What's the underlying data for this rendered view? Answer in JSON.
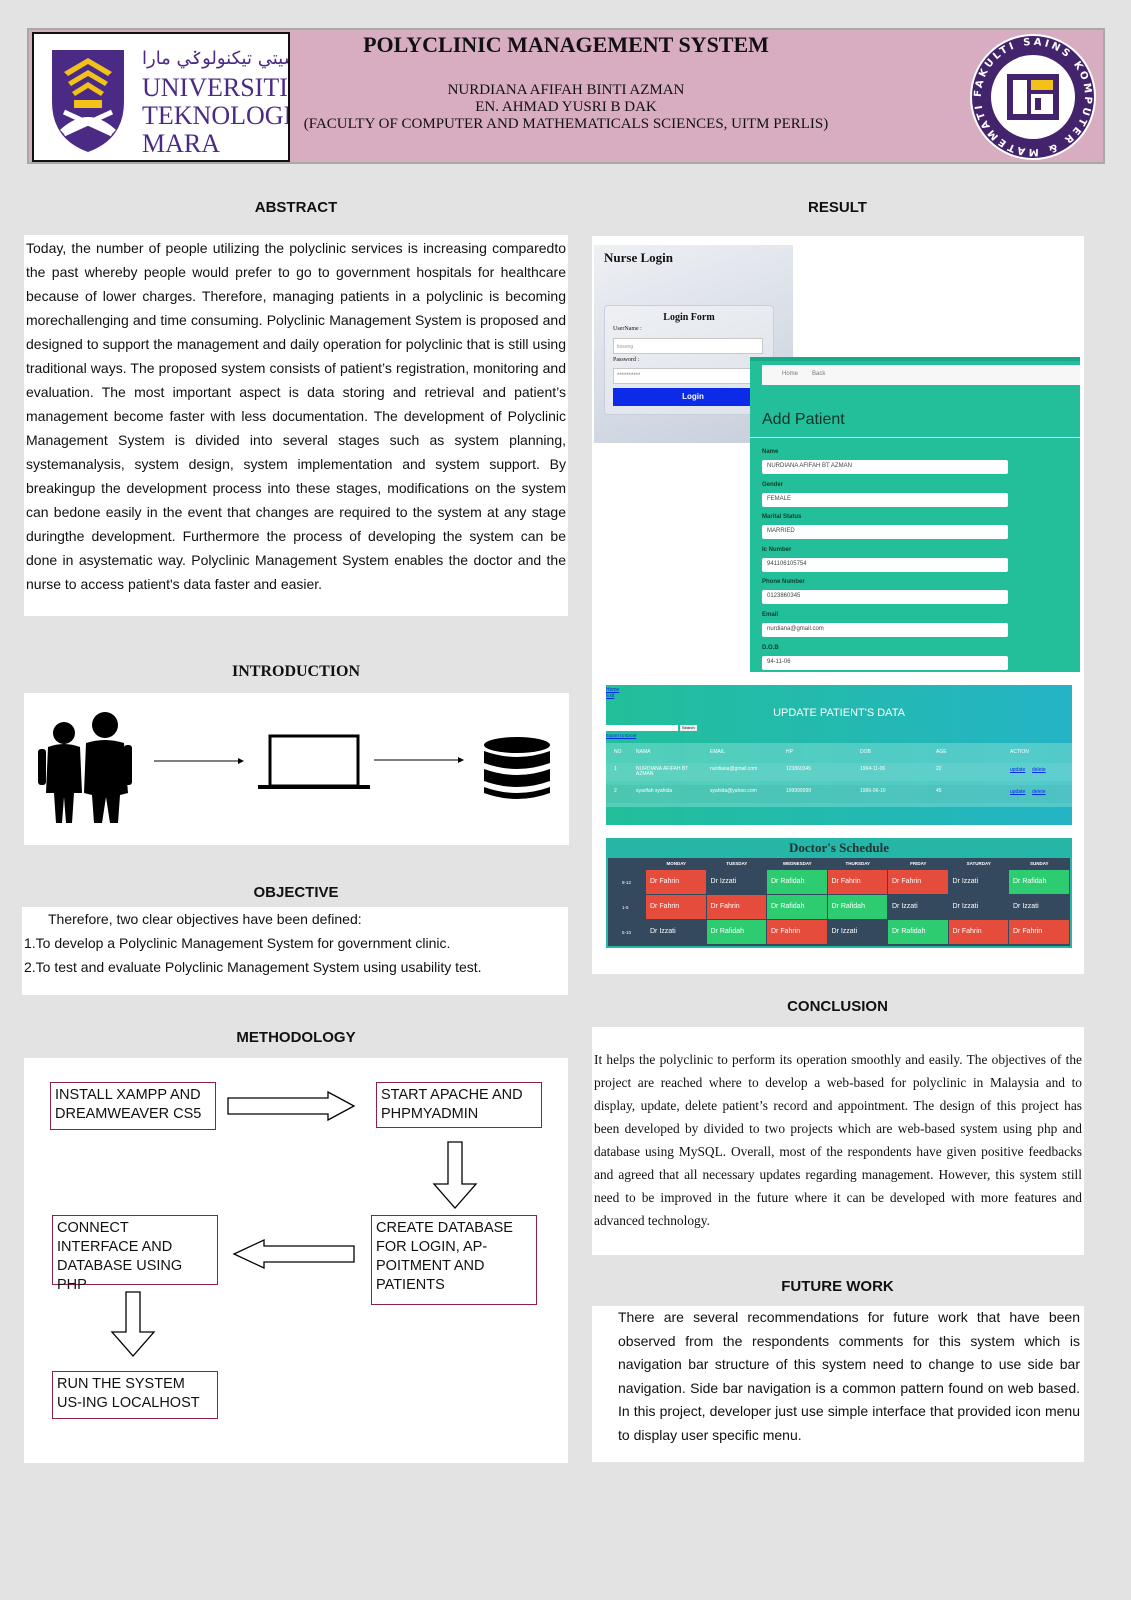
{
  "header": {
    "title": "POLYCLINIC MANAGEMENT SYSTEM",
    "author": "NURDIANA AFIFAH BINTI AZMAN",
    "supervisor": "EN. AHMAD YUSRI B DAK",
    "faculty": "(FACULTY OF COMPUTER AND MATHEMATICALS SCIENCES, UITM PERLIS)",
    "uitm_logo_line1": "UNIVERSITI",
    "uitm_logo_line2": "TEKNOLOGI",
    "uitm_logo_line3": "MARA",
    "fskm_logo_text": "FAKULTI SAINS KOMPUTER & MATEMATIK"
  },
  "abstract": {
    "heading": "ABSTRACT",
    "text": "Today, the number of people utilizing the polyclinic services is increasing comparedto the past whereby people would prefer to go to government hospitals for healthcare because of lower charges. Therefore, managing patients in a polyclinic is becoming morechallenging and time consuming. Polyclinic Management System is proposed and designed to support the management and daily operation for polyclinic that is still using traditional ways. The proposed system consists of patient’s registration, monitoring and evaluation. The most important aspect is data storing and retrieval and patient’s management become faster with less documentation. The development of Polyclinic Management System is divided into several stages such as system planning, systemanalysis, system design, system implementation and system support. By breakingup the development process into these stages, modifications on the system can bedone easily in the event that changes are required to the system at any stage duringthe development. Furthermore the process of developing the system can be done in asystematic way. Polyclinic Management System enables the doctor and the nurse to access patient's data faster and easier."
  },
  "introduction": {
    "heading": "INTRODUCTION"
  },
  "objective": {
    "heading": "OBJECTIVE",
    "intro": "Therefore, two clear objectives have been defined:",
    "items": [
      "1.To develop a Polyclinic Management System for government clinic.",
      "2.To test and evaluate Polyclinic Management System using usability test."
    ]
  },
  "methodology": {
    "heading": "METHODOLOGY",
    "steps": [
      "INSTALL XAMPP AND DREAMWEAVER CS5",
      "START APACHE AND PHPMYADMIN",
      "CREATE DATABASE FOR LOGIN, AP-POITMENT AND PATIENTS",
      "CONNECT INTERFACE AND DATABASE USING PHP",
      "RUN THE SYSTEM US-ING LOCALHOST"
    ]
  },
  "result": {
    "heading": "RESULT",
    "nurse_login": {
      "title": "Nurse Login",
      "form_title": "Login Form",
      "username_label": "UserName :",
      "username_value": "kosong",
      "password_label": "Password :",
      "password_value": "**********",
      "button": "Login"
    },
    "add_patient": {
      "nav": [
        "Home",
        "Back"
      ],
      "title": "Add Patient",
      "fields": [
        {
          "label": "Name",
          "value": "NURDIANA AFIFAH BT AZMAN"
        },
        {
          "label": "Gender",
          "value": "FEMALE"
        },
        {
          "label": "Marital Status",
          "value": "MARRIED"
        },
        {
          "label": "Ic Number",
          "value": "941106105754"
        },
        {
          "label": "Phone Number",
          "value": "0123860345"
        },
        {
          "label": "Email",
          "value": "nurdiana@gmail.com"
        },
        {
          "label": "D.O.B",
          "value": "94-11-06"
        }
      ]
    },
    "update_patient": {
      "title": "UPDATE PATIENT'S DATA",
      "links": [
        "Home",
        "Exit"
      ],
      "search_button": "Search",
      "export_link": "Export to Excel",
      "columns": [
        "NO",
        "NAMA",
        "EMAIL",
        "HP",
        "DOB",
        "AGE",
        "ACTION"
      ],
      "rows": [
        [
          "1",
          "NURDIANA AFIFAH BT AZMAN",
          "nurdiana@gmail.com",
          "123860345",
          "1994-11-06",
          "22"
        ],
        [
          "2",
          "syarifah syahida",
          "syahida@yahoo.com",
          "199999999",
          "1996-06-10",
          "45"
        ]
      ],
      "action_update": "update",
      "action_delete": "delete"
    },
    "doctor_schedule": {
      "title": "Doctor's Schedule",
      "days": [
        "MONDAY",
        "TUESDAY",
        "WEDNESDAY",
        "THURSDAY",
        "FRIDAY",
        "SATURDAY",
        "SUNDAY"
      ],
      "slots": [
        "8-12",
        "1-5",
        "5-10"
      ],
      "cells": [
        [
          {
            "name": "Dr Fahrin",
            "color": "#e64c3c"
          },
          {
            "name": "Dr Izzati",
            "color": "#34495e"
          },
          {
            "name": "Dr Rafidah",
            "color": "#2ecc71"
          },
          {
            "name": "Dr Fahrin",
            "color": "#e64c3c"
          },
          {
            "name": "Dr Fahrin",
            "color": "#e64c3c"
          },
          {
            "name": "Dr Izzati",
            "color": "#34495e"
          },
          {
            "name": "Dr Rafidah",
            "color": "#2ecc71"
          }
        ],
        [
          {
            "name": "Dr Fahrin",
            "color": "#e64c3c"
          },
          {
            "name": "Dr Fahrin",
            "color": "#e64c3c"
          },
          {
            "name": "Dr Rafidah",
            "color": "#2ecc71"
          },
          {
            "name": "Dr Rafidah",
            "color": "#2ecc71"
          },
          {
            "name": "Dr Izzati",
            "color": "#34495e"
          },
          {
            "name": "Dr Izzati",
            "color": "#34495e"
          },
          {
            "name": "Dr Izzati",
            "color": "#34495e"
          }
        ],
        [
          {
            "name": "Dr Izzati",
            "color": "#34495e"
          },
          {
            "name": "Dr Rafidah",
            "color": "#2ecc71"
          },
          {
            "name": "Dr Fahrin",
            "color": "#e64c3c"
          },
          {
            "name": "Dr Izzati",
            "color": "#34495e"
          },
          {
            "name": "Dr Rafidah",
            "color": "#2ecc71"
          },
          {
            "name": "Dr Fahrin",
            "color": "#e64c3c"
          },
          {
            "name": "Dr Fahrin",
            "color": "#e64c3c"
          }
        ]
      ]
    }
  },
  "conclusion": {
    "heading": "CONCLUSION",
    "text": "It helps the polyclinic to perform its operation smoothly and easily. The objectives of the project are reached where to develop a web-based for polyclinic in Malaysia and to display, update, delete patient’s record and appointment. The design of this project has been developed by divided to two projects which are web-based system using php and database using MySQL.  Overall, most of the respondents have given positive feedbacks and agreed that all necessary updates regarding management. However, this system still need to be improved in the future where it can be developed with more features and advanced technology."
  },
  "future_work": {
    "heading": "FUTURE WORK",
    "text": "There are several recommendations for future work that have been observed from the respondents comments for this system which is navigation bar structure of this system need to change to use side bar navigation. Side bar navigation is a common pattern found on web based. In this project, developer just use simple interface that provided icon menu to display user specific menu."
  },
  "colors": {
    "header_bg": "#d8adc2",
    "page_bg": "#e3e3e3",
    "method_border": "#8e1f46",
    "teal": "#22bf9a",
    "login_blue": "#0b2be8"
  }
}
